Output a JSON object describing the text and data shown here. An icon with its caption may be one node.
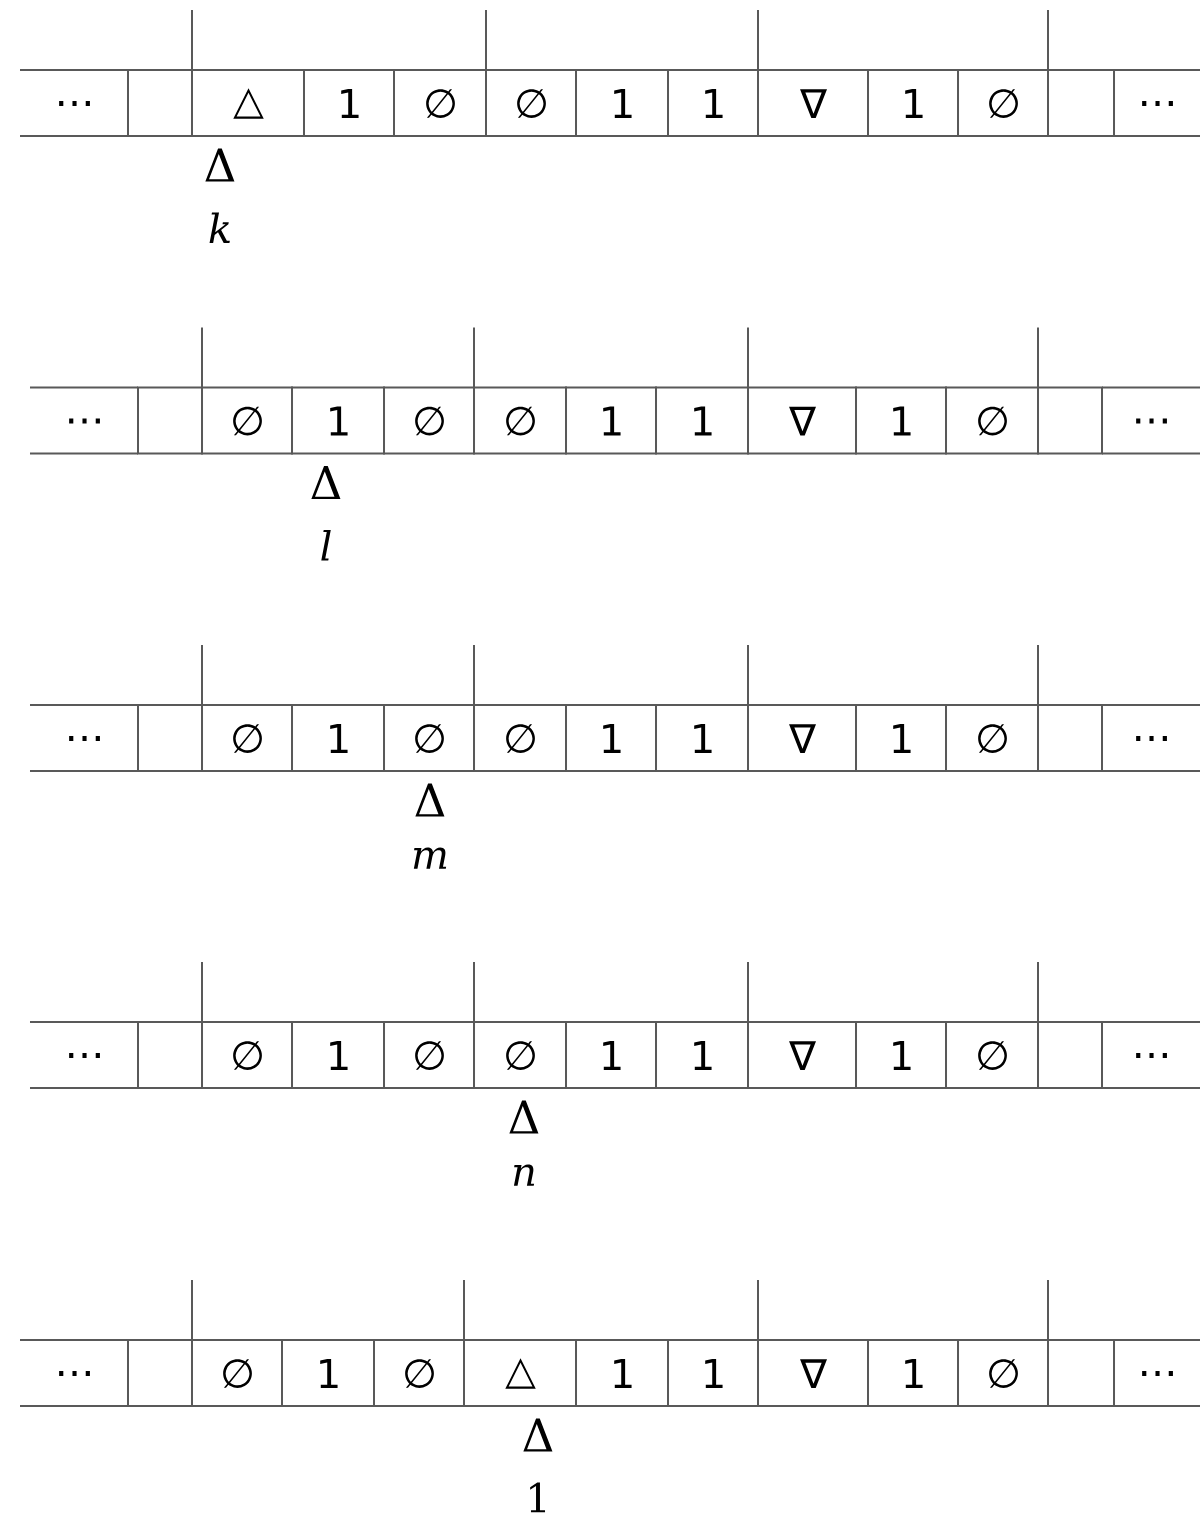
{
  "diagram": {
    "nodes": [
      {
        "text": [
          "…"
        ]
      },
      {
        "text": [],
        "shape": "box"
      },
      {
        "text": [
          "△"
        ]
      },
      {
        "text": [
          "1"
        ]
      },
      {
        "text": [
          "∅"
        ]
      },
      {
        "text": [
          "∅"
        ]
      },
      {
        "text": [
          "1"
        ]
      },
      {
        "text": [
          "1"
        ]
      },
      {
        "text": [
          "∇"
        ]
      },
      {
        "text": [
          "1"
        ]
      },
      {
        "text": [
          "∅"
        ]
      },
      {
        "text": [],
        "shape": "box"
      },
      {
        "text": [
          "…"
        ]
      },
      {
        "text": [
          "…"
        ]
      },
      {
        "text": [],
        "shape": "box"
      },
      {
        "text": [
          "∅"
        ]
      },
      {
        "text": [
          "1"
        ]
      },
      {
        "text": [
          "∅"
        ]
      },
      {
        "text": [
          "∅"
        ]
      },
      {
        "text": [
          "1"
        ]
      },
      {
        "text": [
          "1"
        ]
      },
      {
        "text": [
          "∇"
        ]
      },
      {
        "text": [
          "1"
        ]
      },
      {
        "text": [
          "∅"
        ]
      },
      {
        "text": [],
        "shape": "box"
      },
      {
        "text": [
          "…"
        ]
      },
      {
        "text": [
          "…"
        ]
      },
      {
        "text": [],
        "shape": "box"
      },
      {
        "text": [
          "∅"
        ]
      },
      {
        "text": [
          "1"
        ]
      },
      {
        "text": [
          "∅"
        ]
      },
      {
        "text": [
          "∅"
        ]
      },
      {
        "text": [
          "1"
        ]
      },
      {
        "text": [
          "1"
        ]
      },
      {
        "text": [
          "∇"
        ]
      },
      {
        "text": [
          "1"
        ]
      },
      {
        "text": [
          "∅"
        ]
      },
      {
        "text": [],
        "shape": "box"
      },
      {
        "text": [
          "…"
        ]
      },
      {
        "text": [
          "…"
        ]
      },
      {
        "text": [],
        "shape": "box"
      },
      {
        "text": [
          "∅"
        ]
      },
      {
        "text": [
          "1"
        ]
      },
      {
        "text": [
          "∅"
        ]
      },
      {
        "text": [
          "∅"
        ]
      },
      {
        "text": [
          "1"
        ]
      },
      {
        "text": [
          "1"
        ]
      },
      {
        "text": [
          "∇"
        ]
      },
      {
        "text": [
          "1"
        ]
      },
      {
        "text": [
          "∅"
        ]
      },
      {
        "text": [],
        "shape": "box"
      },
      {
        "text": [
          "…"
        ]
      },
      {
        "text": [
          "…"
        ]
      },
      {
        "text": [],
        "shape": "box"
      },
      {
        "text": [
          "∅"
        ]
      },
      {
        "text": [
          "1"
        ]
      },
      {
        "text": [
          "∅"
        ]
      },
      {
        "text": [
          "△"
        ]
      },
      {
        "text": [
          "1"
        ]
      },
      {
        "text": [
          "1"
        ]
      },
      {
        "text": [
          "∇"
        ]
      },
      {
        "text": [
          "1"
        ]
      },
      {
        "text": [
          "∅"
        ]
      },
      {
        "text": [],
        "shape": "box"
      },
      {
        "text": [
          "…"
        ]
      }
    ],
    "labels": [
      "Δ",
      "k",
      "Δ",
      "l",
      "Δ",
      "m",
      "Δ",
      "n",
      "Δ",
      "1"
    ]
  }
}
